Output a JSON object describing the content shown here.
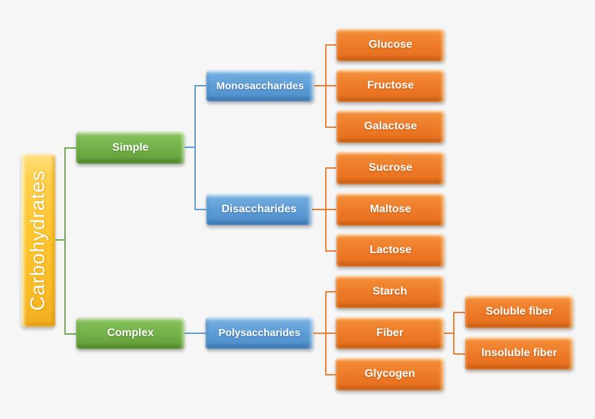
{
  "page": {
    "background_color": "#f6f6f6",
    "colors": {
      "root_gold": "#FEC62E",
      "level1_green": "#71AF47",
      "level2_blue": "#5B9BD5",
      "leaf_orange": "#ED7A28",
      "connector_green": "#6AA84F",
      "connector_blue": "#5B9BD5",
      "connector_orange": "#ED7D31",
      "text": "#FFFFFF"
    }
  },
  "diagram": {
    "type": "tree",
    "title": "Carbohydrates",
    "nodes": {
      "carbohydrates": {
        "label": "Carbohydrates",
        "level": "root",
        "color": "#FEC62E"
      },
      "simple": {
        "label": "Simple",
        "level": 1,
        "color": "#71AF47"
      },
      "complex": {
        "label": "Complex",
        "level": 1,
        "color": "#71AF47"
      },
      "monosaccharides": {
        "label": "Monosaccharides",
        "level": 2,
        "color": "#5B9BD5"
      },
      "disaccharides": {
        "label": "Disaccharides",
        "level": 2,
        "color": "#5B9BD5"
      },
      "polysaccharides": {
        "label": "Polysaccharides",
        "level": 2,
        "color": "#5B9BD5"
      },
      "glucose": {
        "label": "Glucose",
        "level": 3,
        "color": "#ED7A28"
      },
      "fructose": {
        "label": "Fructose",
        "level": 3,
        "color": "#ED7A28"
      },
      "galactose": {
        "label": "Galactose",
        "level": 3,
        "color": "#ED7A28"
      },
      "sucrose": {
        "label": "Sucrose",
        "level": 3,
        "color": "#ED7A28"
      },
      "maltose": {
        "label": "Maltose",
        "level": 3,
        "color": "#ED7A28"
      },
      "lactose": {
        "label": "Lactose",
        "level": 3,
        "color": "#ED7A28"
      },
      "starch": {
        "label": "Starch",
        "level": 3,
        "color": "#ED7A28"
      },
      "fiber": {
        "label": "Fiber",
        "level": 3,
        "color": "#ED7A28"
      },
      "glycogen": {
        "label": "Glycogen",
        "level": 3,
        "color": "#ED7A28"
      },
      "soluble_fiber": {
        "label": "Soluble fiber",
        "level": 4,
        "color": "#ED7A28"
      },
      "insoluble_fiber": {
        "label": "Insoluble fiber",
        "level": 4,
        "color": "#ED7A28"
      }
    },
    "edges": [
      [
        "carbohydrates",
        "simple"
      ],
      [
        "carbohydrates",
        "complex"
      ],
      [
        "simple",
        "monosaccharides"
      ],
      [
        "simple",
        "disaccharides"
      ],
      [
        "complex",
        "polysaccharides"
      ],
      [
        "monosaccharides",
        "glucose"
      ],
      [
        "monosaccharides",
        "fructose"
      ],
      [
        "monosaccharides",
        "galactose"
      ],
      [
        "disaccharides",
        "sucrose"
      ],
      [
        "disaccharides",
        "maltose"
      ],
      [
        "disaccharides",
        "lactose"
      ],
      [
        "polysaccharides",
        "starch"
      ],
      [
        "polysaccharides",
        "fiber"
      ],
      [
        "polysaccharides",
        "glycogen"
      ],
      [
        "fiber",
        "soluble_fiber"
      ],
      [
        "fiber",
        "insoluble_fiber"
      ]
    ]
  }
}
